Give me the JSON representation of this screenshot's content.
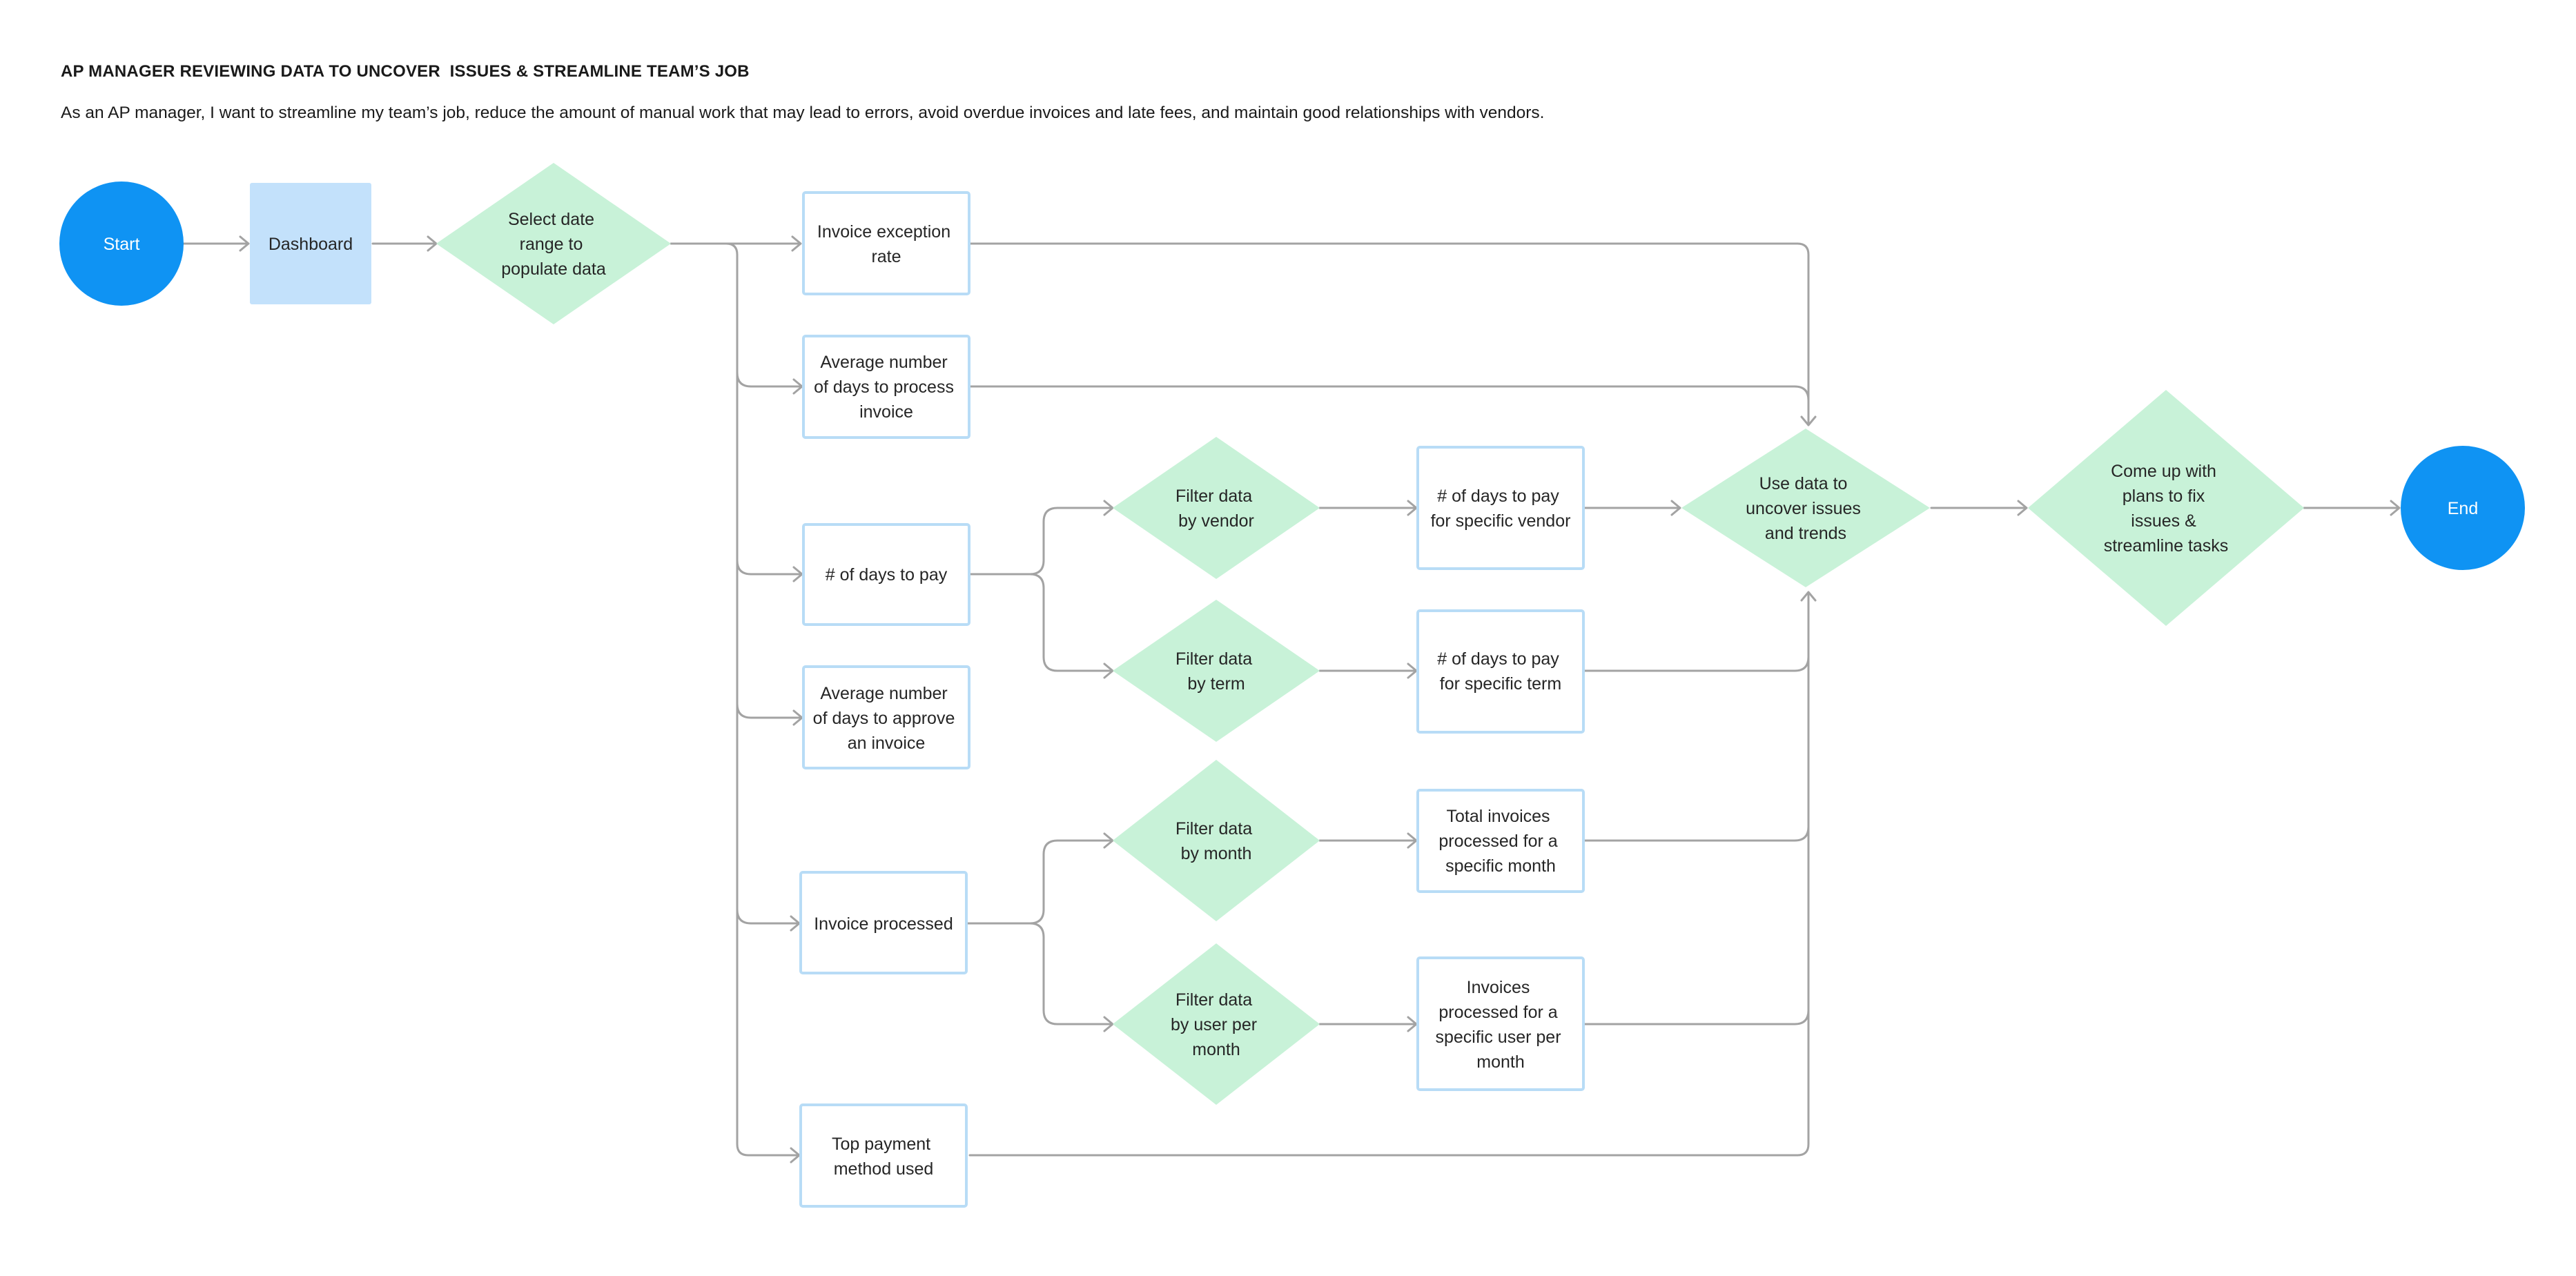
{
  "header": {
    "title": "AP MANAGER REVIEWING DATA TO UNCOVER  ISSUES & STREAMLINE TEAM’S JOB",
    "subtitle": "As an AP manager, I want to streamline my team’s job, reduce the amount of manual work that may lead to errors, avoid overdue invoices and late fees, and maintain good relationships with vendors."
  },
  "colors": {
    "terminal": "#0f93f3",
    "dashboard_fill": "#c3e1fb",
    "box_border": "#b8dcf6",
    "decision_fill": "#c8f2d8",
    "connector": "#a3a3a3"
  },
  "nodes": {
    "start": {
      "lines": [
        "Start"
      ]
    },
    "dashboard": {
      "lines": [
        "Dashboard"
      ]
    },
    "select_date": {
      "lines": [
        "Select date",
        "range to",
        "populate data"
      ]
    },
    "invoice_exception": {
      "lines": [
        "Invoice exception",
        "rate"
      ]
    },
    "avg_days_process": {
      "lines": [
        "Average number",
        "of days to process",
        "invoice"
      ]
    },
    "days_to_pay": {
      "lines": [
        "# of days to pay"
      ]
    },
    "avg_days_approve": {
      "lines": [
        "Average number",
        "of days to approve",
        "an invoice"
      ]
    },
    "invoice_processed": {
      "lines": [
        "Invoice processed"
      ]
    },
    "top_payment": {
      "lines": [
        "Top payment",
        "method used"
      ]
    },
    "filter_vendor": {
      "lines": [
        "Filter data",
        "by vendor"
      ]
    },
    "filter_term": {
      "lines": [
        "Filter data",
        "by term"
      ]
    },
    "filter_month": {
      "lines": [
        "Filter data",
        "by month"
      ]
    },
    "filter_user": {
      "lines": [
        "Filter data",
        "by user per",
        "month"
      ]
    },
    "days_vendor": {
      "lines": [
        "# of days to pay",
        "for specific vendor"
      ]
    },
    "days_term": {
      "lines": [
        "# of days to pay",
        "for specific term"
      ]
    },
    "total_month": {
      "lines": [
        "Total invoices",
        "processed for a",
        "specific month"
      ]
    },
    "invoices_user": {
      "lines": [
        "Invoices",
        "processed for a",
        "specific user per",
        "month"
      ]
    },
    "use_data": {
      "lines": [
        "Use data to",
        "uncover issues",
        "and trends"
      ]
    },
    "plans": {
      "lines": [
        "Come up with",
        "plans to fix",
        "issues &",
        "streamline tasks"
      ]
    },
    "end": {
      "lines": [
        "End"
      ]
    }
  }
}
